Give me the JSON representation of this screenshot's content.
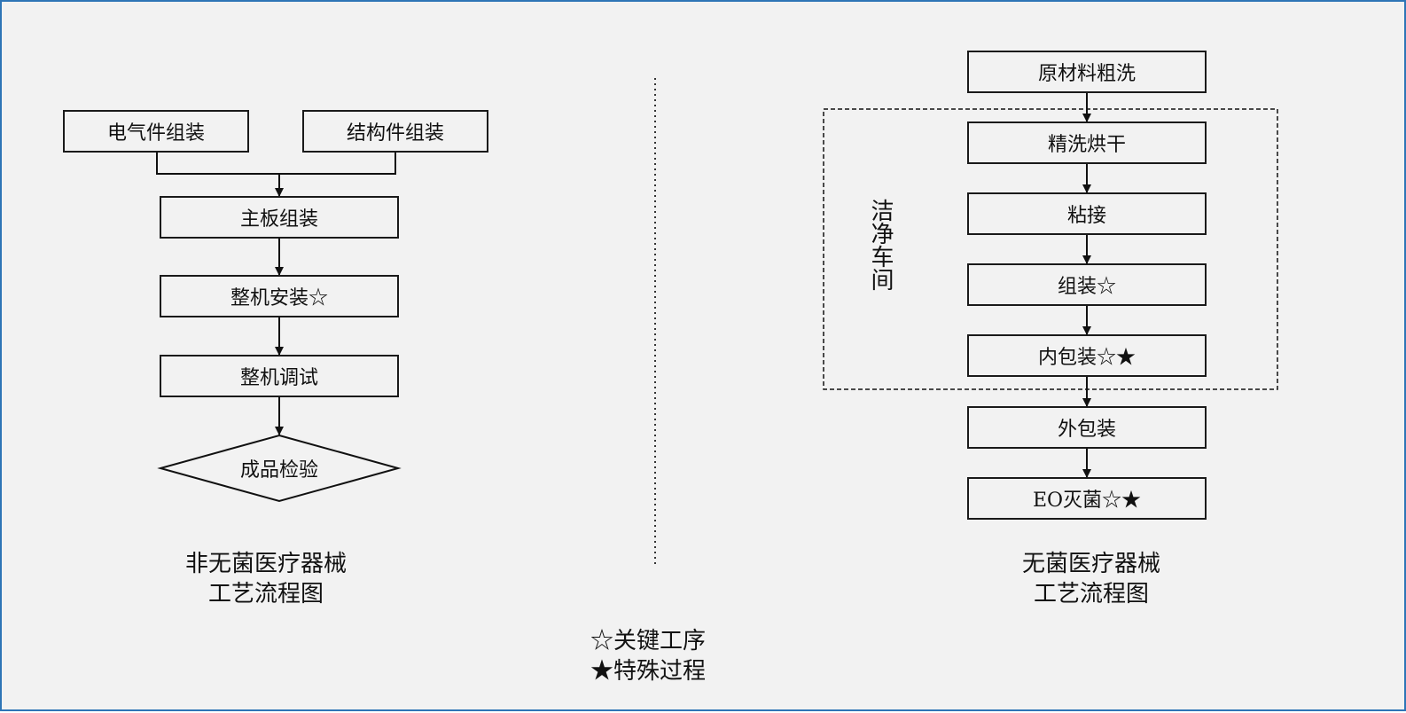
{
  "left_flow": {
    "electrical_assembly": "电气件组装",
    "structural_assembly": "结构件组装",
    "mainboard_assembly": "主板组装",
    "machine_installation": "整机安装☆",
    "machine_debugging": "整机调试",
    "product_inspection": "成品检验",
    "caption_line1": "非无菌医疗器械",
    "caption_line2": "工艺流程图"
  },
  "right_flow": {
    "raw_wash": "原材料粗洗",
    "fine_wash_dry": "精洗烘干",
    "bonding": "粘接",
    "assembly": "组装☆",
    "inner_packaging": "内包装☆★",
    "outer_packaging": "外包装",
    "eo_sterilization": "EO灭菌☆★",
    "clean_room_label": "洁净车间",
    "caption_line1": "无菌医疗器械",
    "caption_line2": "工艺流程图"
  },
  "legend": {
    "key_process": "☆关键工序",
    "special_process": "★特殊过程"
  }
}
